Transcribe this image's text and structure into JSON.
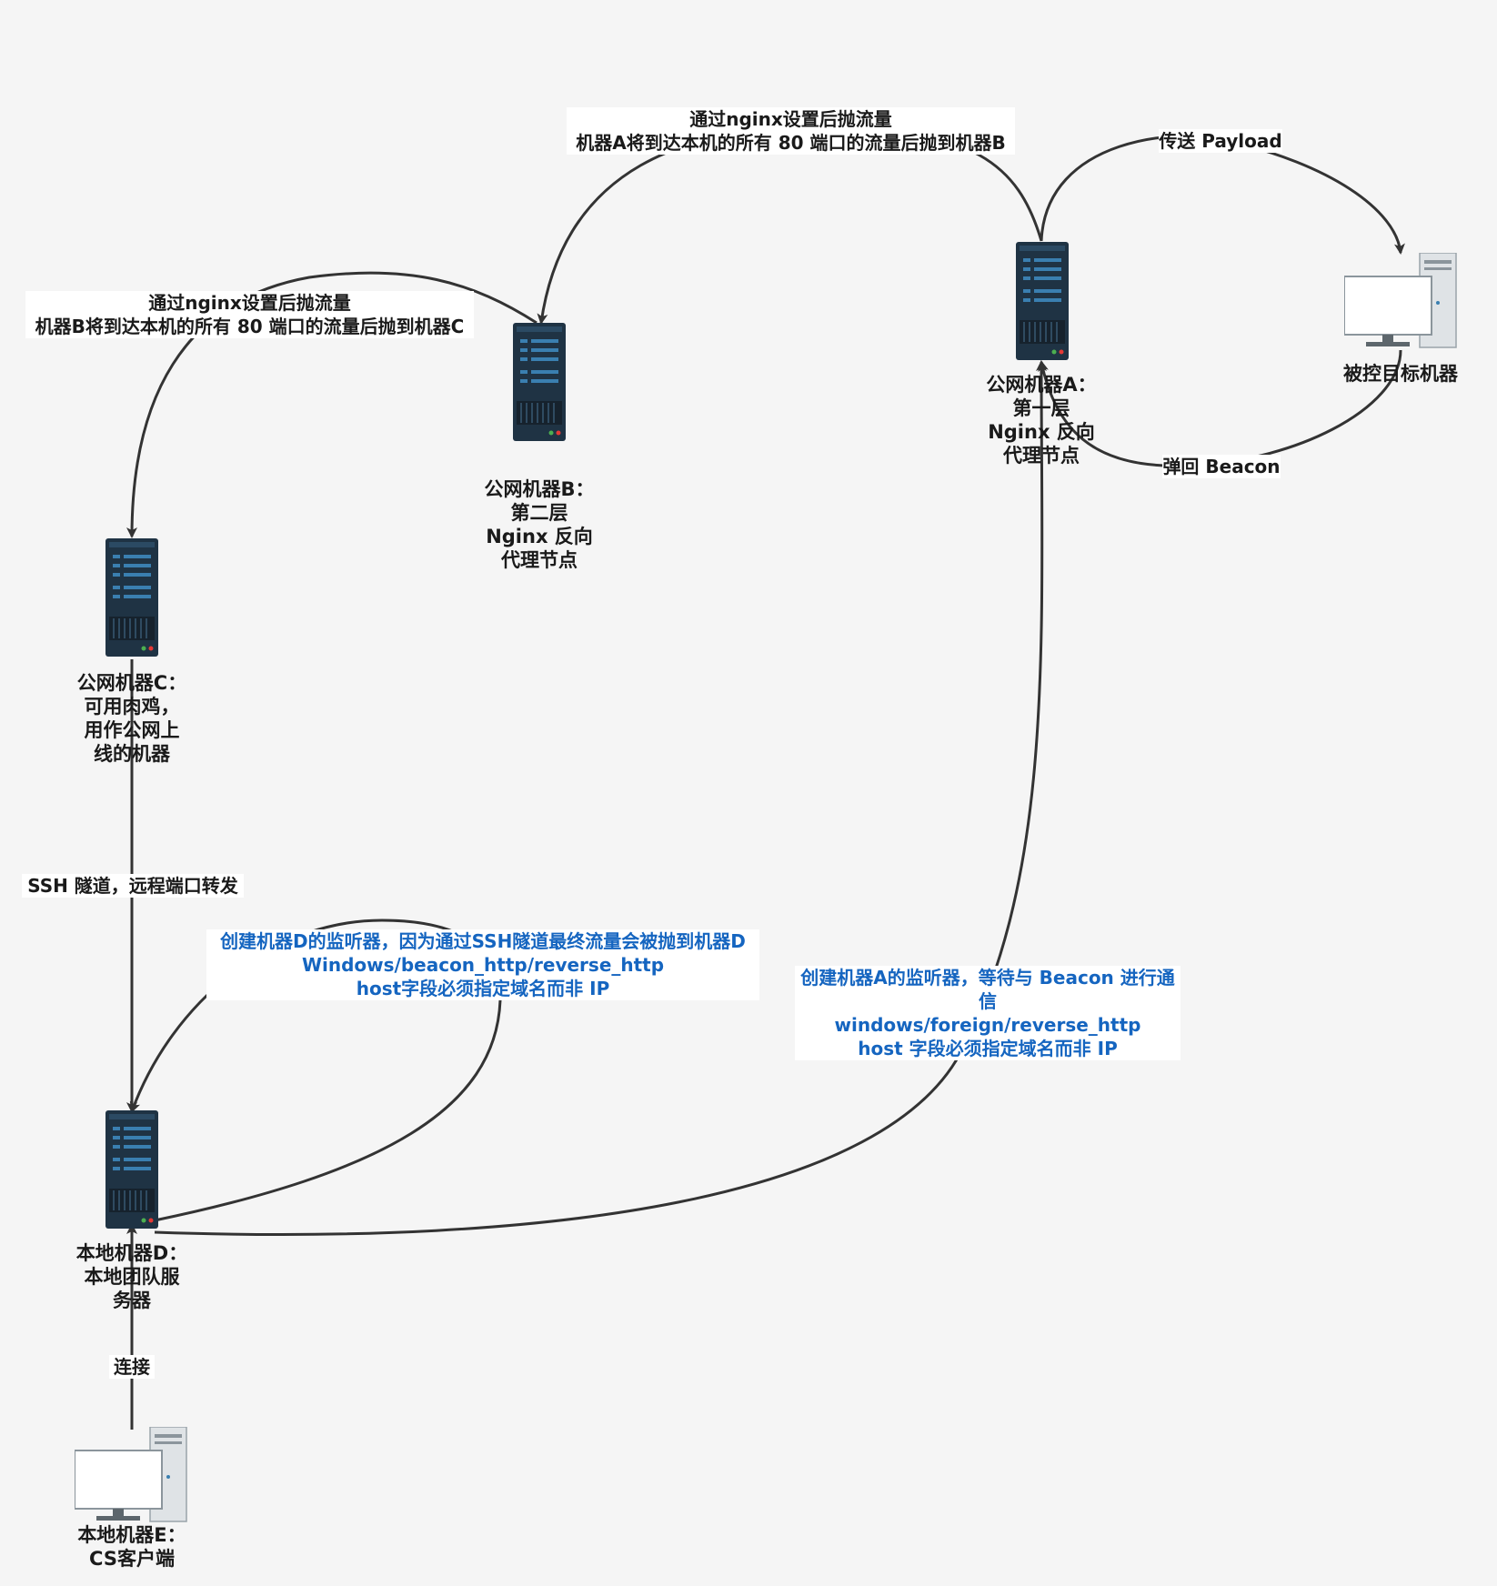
{
  "colors": {
    "background": "#f5f5f5",
    "edge": "#333333",
    "server_body": "#1f3344",
    "server_stripe": "#3a7fb0",
    "annotation_blue": "#1565c0"
  },
  "nodes": {
    "machine_a": {
      "icon": "server-icon",
      "lines": [
        "公网机器A：",
        "第一层",
        "Nginx 反向",
        "代理节点"
      ]
    },
    "machine_b": {
      "icon": "server-icon",
      "lines": [
        "公网机器B：",
        "第二层",
        "Nginx 反向",
        "代理节点"
      ]
    },
    "machine_c": {
      "icon": "server-icon",
      "lines": [
        "公网机器C：",
        "可用肉鸡，",
        "用作公网上",
        "线的机器"
      ]
    },
    "machine_d": {
      "icon": "server-icon",
      "lines": [
        "本地机器D：",
        "本地团队服",
        "务器"
      ]
    },
    "machine_e": {
      "icon": "desktop-icon",
      "lines": [
        "本地机器E：",
        "CS客户端"
      ]
    },
    "target": {
      "icon": "desktop-icon",
      "lines": [
        "被控目标机器"
      ]
    }
  },
  "edges": {
    "a_to_b": [
      "通过nginx设置后抛流量",
      "机器A将到达本机的所有 80 端口的流量后抛到机器B"
    ],
    "b_to_c": [
      "通过nginx设置后抛流量",
      "机器B将到达本机的所有 80 端口的流量后抛到机器C"
    ],
    "send_payload": "传送 Payload",
    "beacon_back": "弹回 Beacon",
    "ssh_tunnel": "SSH 隧道，远程端口转发",
    "connect": "连接",
    "listener_d": [
      "创建机器D的监听器，因为通过SSH隧道最终流量会被抛到机器D",
      "Windows/beacon_http/reverse_http",
      "host字段必须指定域名而非 IP"
    ],
    "listener_a": [
      "创建机器A的监听器，等待与 Beacon 进行通",
      "信",
      "windows/foreign/reverse_http",
      "host 字段必须指定域名而非 IP"
    ]
  }
}
